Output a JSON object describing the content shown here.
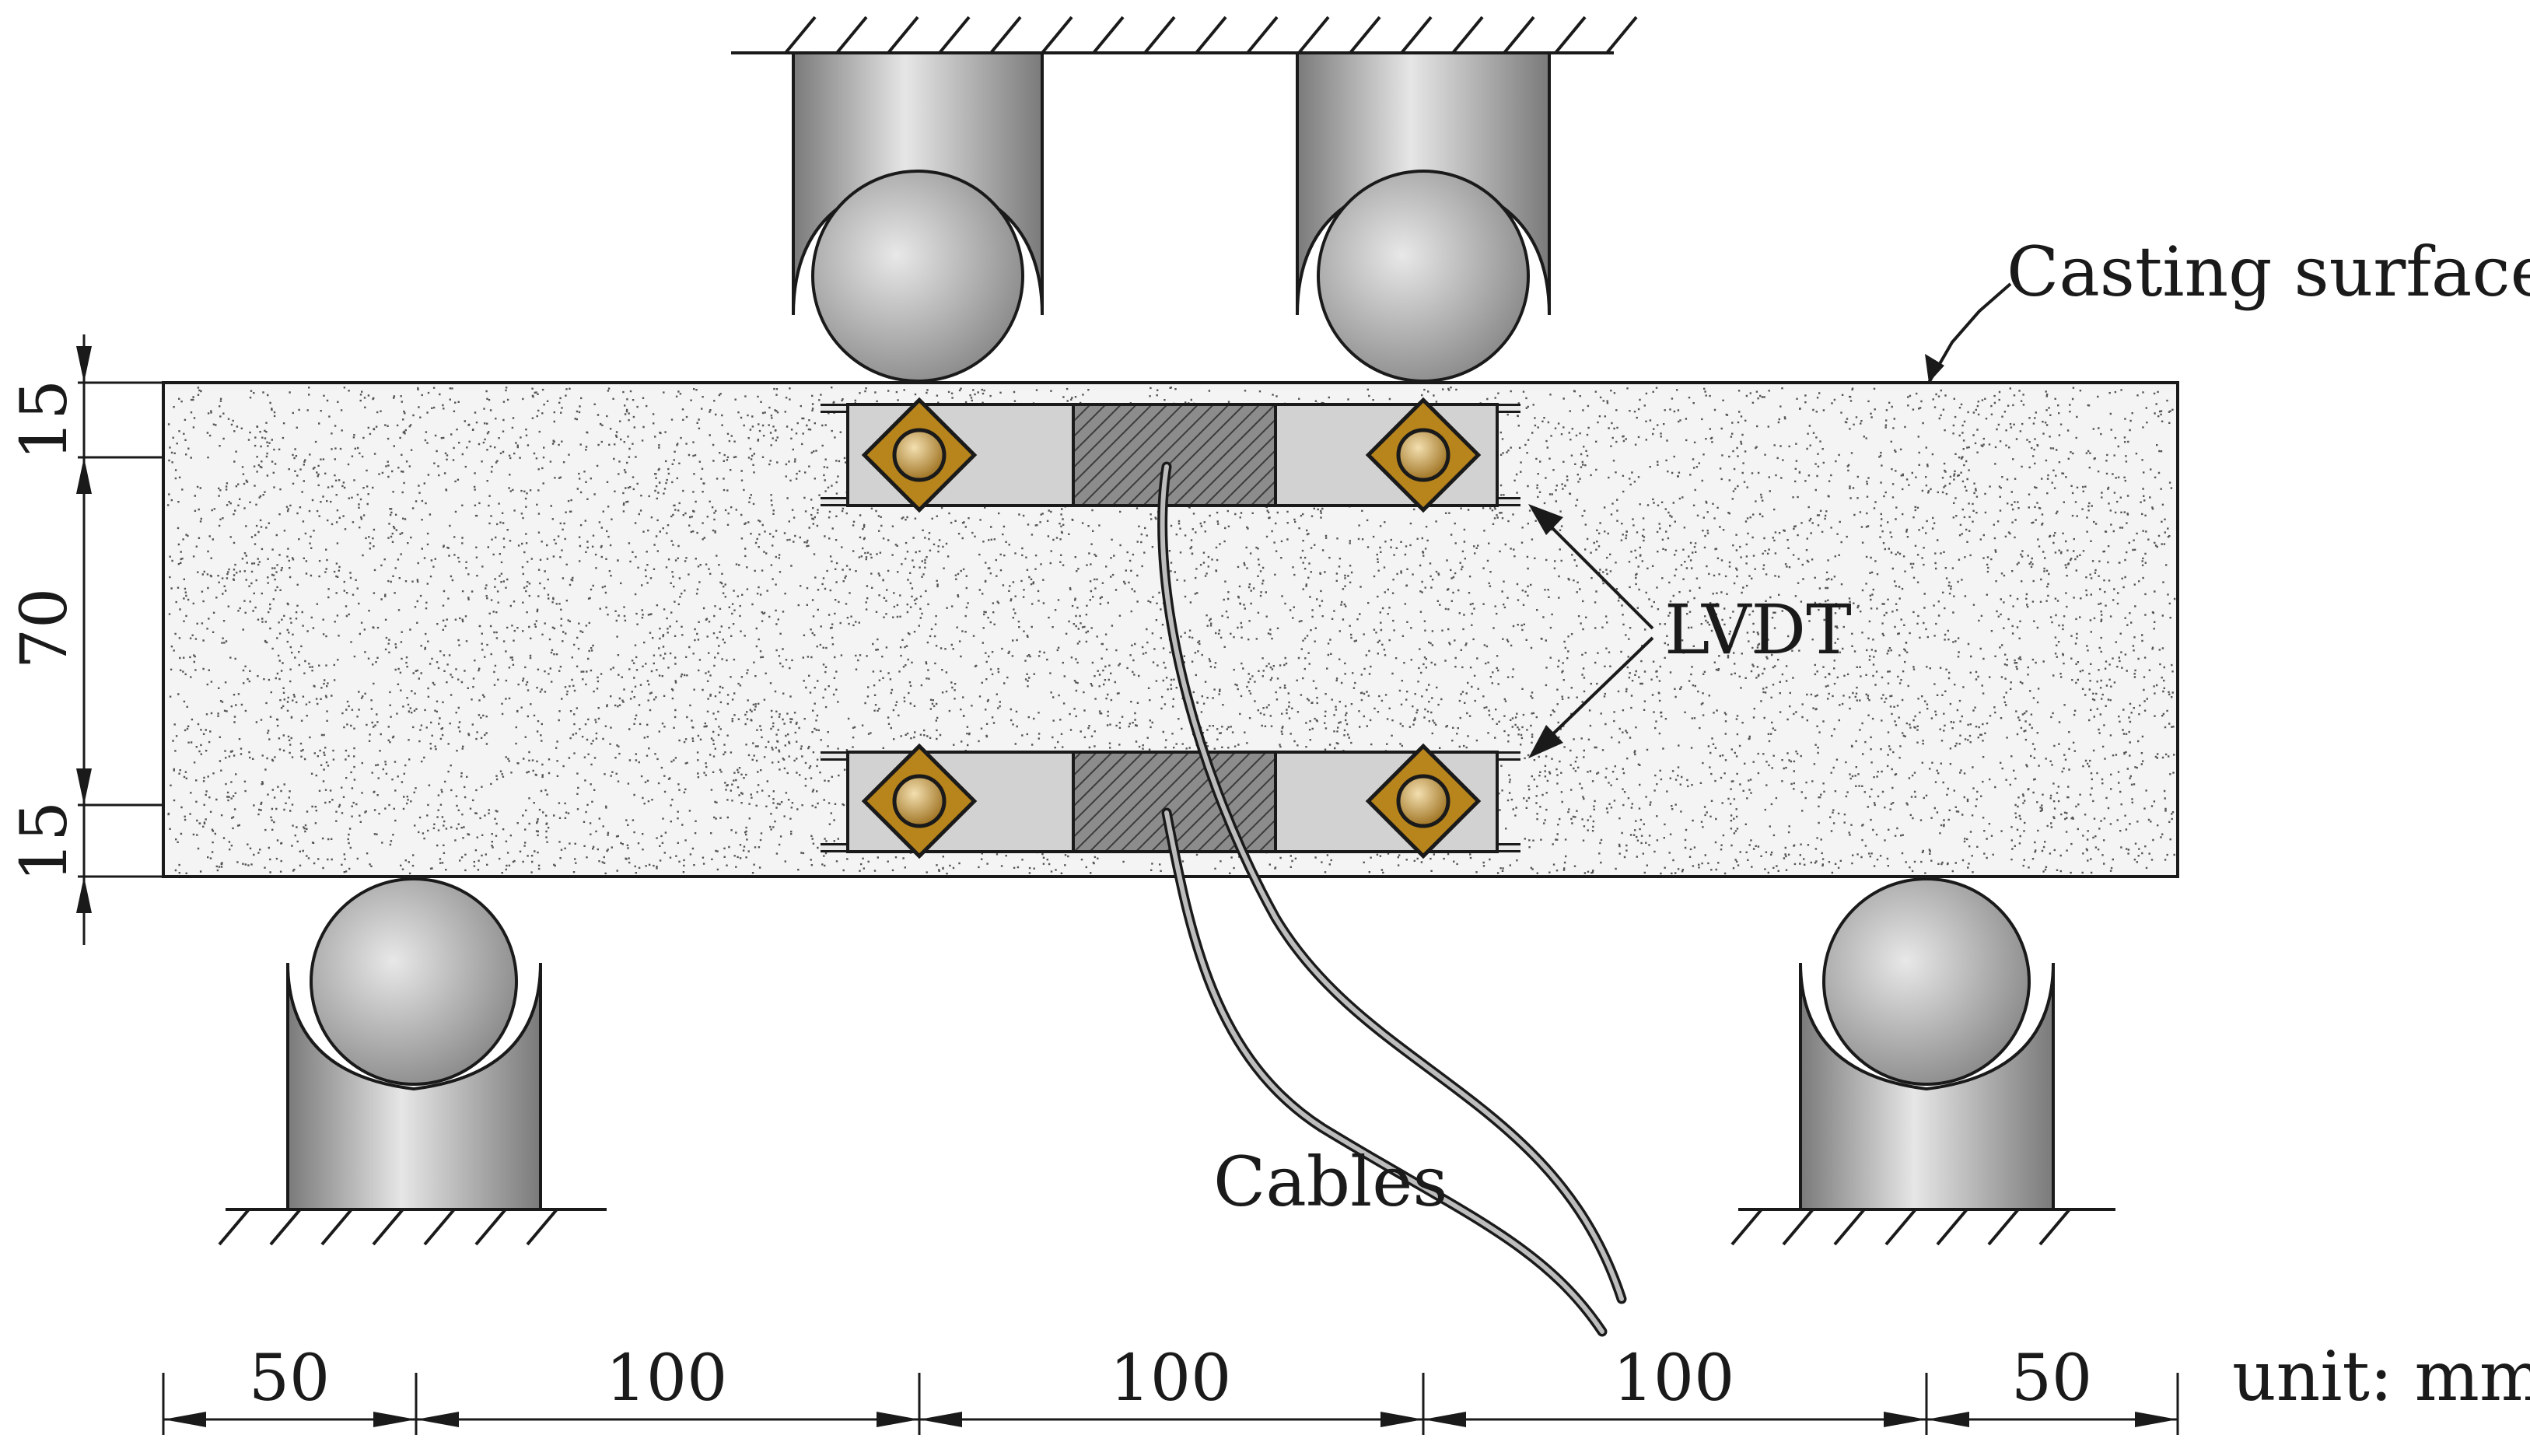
{
  "labels": {
    "casting_surface": "Casting surface",
    "lvdt": "LVDT",
    "cables": "Cables",
    "unit": "unit: mm"
  },
  "dimensions": {
    "horizontal": [
      "50",
      "100",
      "100",
      "100",
      "50"
    ],
    "vertical": [
      "15",
      "70",
      "15"
    ]
  },
  "colors": {
    "concrete": "#f4f4f4",
    "roller": "#b8b8b8",
    "clamp": "#b8841c",
    "block": "#707070"
  }
}
